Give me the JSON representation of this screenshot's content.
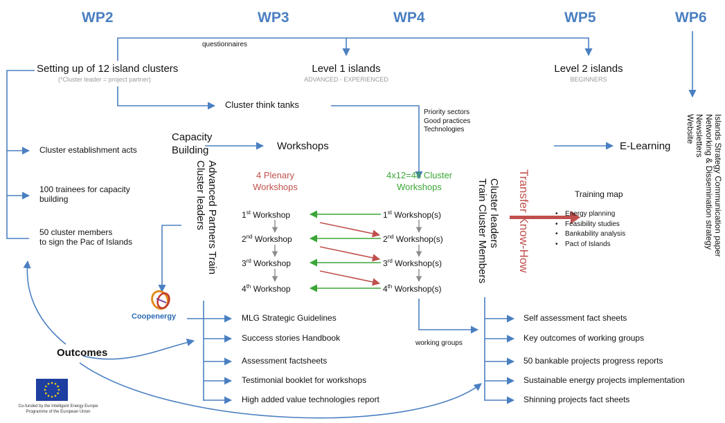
{
  "wp_headers": [
    "WP2",
    "WP3",
    "WP4",
    "WP5",
    "WP6"
  ],
  "top": {
    "questionnaires": "questionnaires",
    "setting_up": "Setting up of 12 island clusters",
    "setting_up_note": "(*Cluster leader = project partner)",
    "level1": "Level 1 islands",
    "level1_sub": "ADVANCED - EXPERIENCED",
    "level2": "Level 2 islands",
    "level2_sub": "BEGINNERS",
    "think_tanks": "Cluster think tanks",
    "priority": [
      "Priority sectors",
      "Good practices",
      "Technologies"
    ]
  },
  "left_outcomes": [
    "Cluster establishment acts",
    "100 trainees for capacity\nbuilding",
    "50 cluster members\nto sign the Pac of Islands"
  ],
  "middle": {
    "capacity_building": "Capacity\nBuilding",
    "workshops": "Workshops",
    "elearning": "E-Learning",
    "plenary": "4 Plenary\nWorkshops",
    "cluster_ws": "4x12=48 Cluster\nWorkshops",
    "plenary_items": [
      {
        "num": "1",
        "sup": "st",
        "text": " Workshop"
      },
      {
        "num": "2",
        "sup": "nd",
        "text": " Workshop"
      },
      {
        "num": "3",
        "sup": "rd",
        "text": " Workshop"
      },
      {
        "num": "4",
        "sup": "th",
        "text": " Workshop"
      }
    ],
    "cluster_items": [
      {
        "num": "1",
        "sup": "st",
        "text": " Workshop(s)"
      },
      {
        "num": "2",
        "sup": "nd",
        "text": " Workshop(s)"
      },
      {
        "num": "3",
        "sup": "rd",
        "text": " Workshop(s)"
      },
      {
        "num": "4",
        "sup": "th",
        "text": " Workshop(s)"
      }
    ]
  },
  "vertical": {
    "advanced_partners": [
      "Advanced Partners Train",
      "Cluster leaders"
    ],
    "cluster_leaders": [
      "Cluster leaders",
      "Train Cluster  Members"
    ],
    "transfer": "Transfer Know-How",
    "wp6_lines": [
      "Islands Strategy Communication paper",
      "Networking & Dissemination strategy",
      "Newsletters",
      "Website"
    ]
  },
  "training_map": {
    "title": "Training map",
    "items": [
      "Energy planning",
      "Feasibility studies",
      "Bankability analysis",
      "Pact of Islands"
    ]
  },
  "bottom_left": {
    "logo_text": "Coopenergy",
    "outcomes": "Outcomes",
    "items": [
      "MLG Strategic Guidelines",
      "Success stories Handbook",
      "Assessment factsheets",
      "Testimonial booklet for workshops",
      "High added value technologies report"
    ],
    "eu_caption": "Co-funded by the Intelligent Energy Europe\nProgramme of the European Union"
  },
  "bottom_right": {
    "working_groups": "working groups",
    "items": [
      "Self assessment fact sheets",
      "Key outcomes of working groups",
      "50 bankable projects progress reports",
      "Sustainable energy projects implementation",
      "Shinning projects fact sheets"
    ]
  },
  "colors": {
    "wp": "#4a7fc1",
    "arrow": "#4a7fc1",
    "red": "#c0504d",
    "green": "#3aa635",
    "grey": "#8c8c8c"
  }
}
